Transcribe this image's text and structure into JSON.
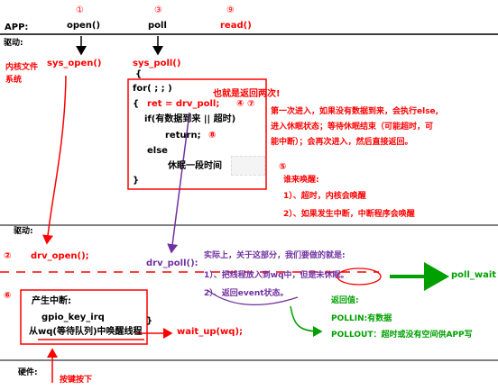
{
  "layer_app": "APP:",
  "layer_driver_1": "驱动:",
  "layer_driver_2": "驱动:",
  "layer_hardware": "硬件:",
  "kernel_files": "内核文件系统",
  "step_labels": [
    "①",
    "③",
    "⑨",
    "④ ⑦",
    "⑧",
    "⑤",
    "②",
    "⑥"
  ],
  "app_calls": {
    "open": "open()",
    "poll": "poll",
    "read": "read()"
  },
  "sys_calls": {
    "sys_open": "sys_open()",
    "sys_poll": "sys_poll()"
  },
  "code": {
    "brace_open": "{",
    "for_line": "for( ; ; )",
    "brace_inner": "{",
    "ret_line": "ret = drv_poll;",
    "if_line": "if(有数据到来 || 超时)",
    "return_line": "return;",
    "else_line": "else",
    "sleep_line": "休眠一段时间",
    "brace_close": "}"
  },
  "note_twice": "也就是返回两次!",
  "explain_lines": [
    "第一次进入，如果没有数据到来，会执行else,",
    "进入休眠状态；等待休眠结束（可能超时，可",
    "能中断）；会再次进入，然后直接返回。"
  ],
  "wake_title": "谁来唤醒:",
  "wake_items": [
    "1）、超时，内核会唤醒",
    "2）、如果发生中断，中断程序会唤醒"
  ],
  "drv_open": "drv_open();",
  "drv_poll": "drv_poll():",
  "work_intro": "实际上，关于这部分，我们要做的就是:",
  "work_item_1": "1）、把线程放入到wq中，但是未休眠。",
  "work_item_2": "2）、返回event状态。",
  "poll_wait": "poll_wait",
  "return_title": "返回值:",
  "pollin": "POLLIN:有数据",
  "pollout": "POLLOUT：超时或没有空间供APP写",
  "irq_title": "产生中断:",
  "irq_name": "gpio_key_irq",
  "irq_brace": "}",
  "wake_from_wq": "从wq(等待队列)中唤醒线程",
  "wait_up": "wait_up(wq);",
  "key_press": "按键按下",
  "colors": {
    "red": "#ff0000",
    "purple": "#7030a0",
    "green": "#00a000",
    "black": "#000000"
  }
}
